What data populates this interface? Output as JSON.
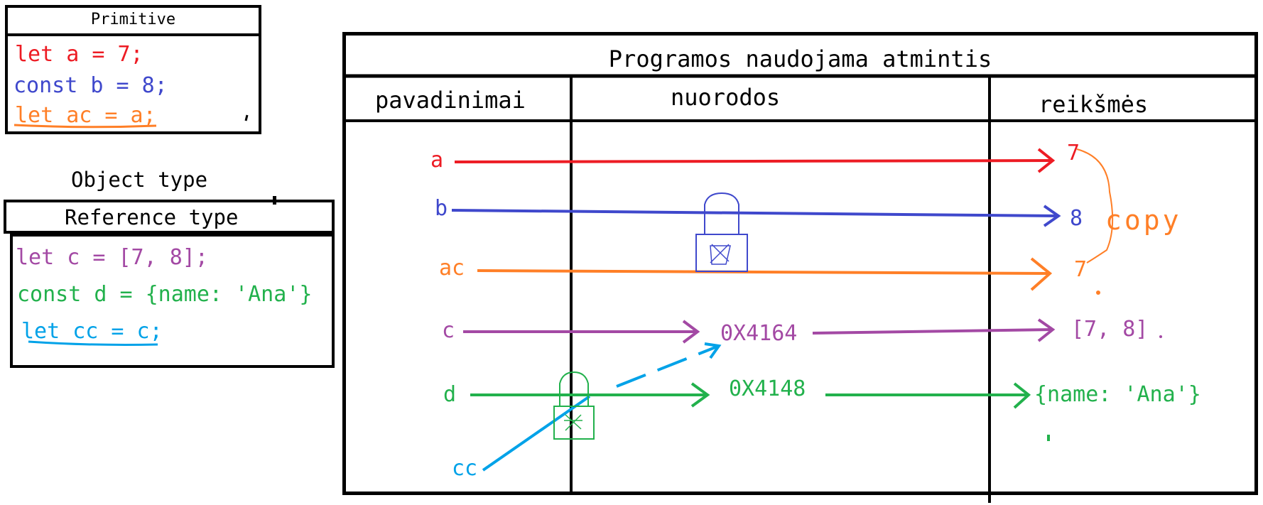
{
  "colors": {
    "red": "#ed1c24",
    "blue": "#3f48cc",
    "orange": "#ff7f27",
    "purple": "#a349a4",
    "green": "#22b14c",
    "cyan": "#00a2e8",
    "black": "#000000"
  },
  "primitive_box": {
    "title": "Primitive",
    "lines": [
      "let a = 7;",
      "const b = 8;",
      "let ac = a;"
    ]
  },
  "object_box": {
    "caption": "Object type",
    "title": "Reference type",
    "lines": [
      "let c = [7, 8];",
      "const d = {name: 'Ana'}",
      "let cc = c;"
    ]
  },
  "memory": {
    "title": "Programos naudojama atmintis",
    "headers": {
      "names": "pavadinimai",
      "refs": "nuorodos",
      "values": "reikšmės"
    },
    "names": [
      "a",
      "b",
      "ac",
      "c",
      "d",
      "cc"
    ],
    "refs": [
      "0X4164",
      "0X4148"
    ],
    "values": [
      "7",
      "8",
      "7",
      "[7, 8]",
      "{name: 'Ana'}"
    ],
    "copy_label": "copy",
    "icons": [
      "lock-icon",
      "lock-icon"
    ]
  }
}
